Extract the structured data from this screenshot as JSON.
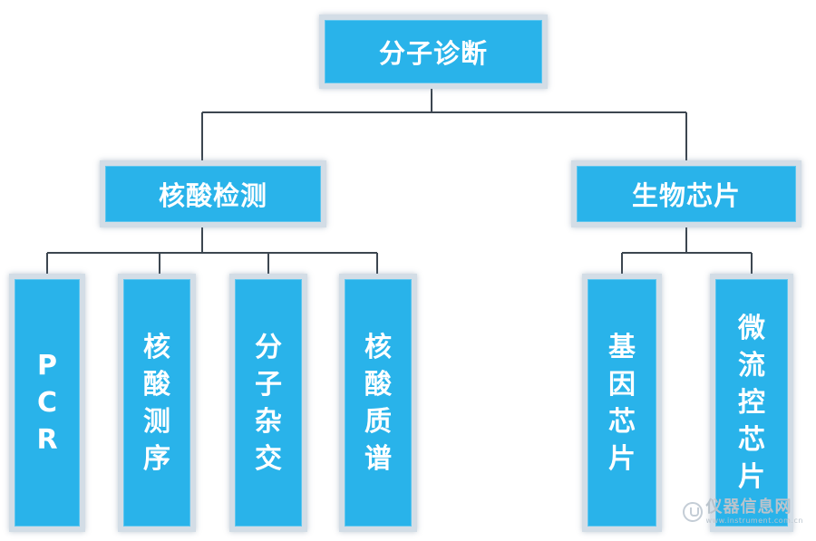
{
  "root": {
    "label": "分子诊断"
  },
  "branches": [
    {
      "label": "核酸检测",
      "children": [
        "PCR",
        "核酸测序",
        "分子杂交",
        "核酸质谱"
      ]
    },
    {
      "label": "生物芯片",
      "children": [
        "基因芯片",
        "微流控芯片"
      ]
    }
  ],
  "watermark": {
    "main": "仪器信息网",
    "sub": "www.instrument.com.cn"
  },
  "colors": {
    "box_fill": "#29b3ea",
    "box_border": "#d3dde6",
    "connector": "#3c4650",
    "text": "#ffffff"
  }
}
